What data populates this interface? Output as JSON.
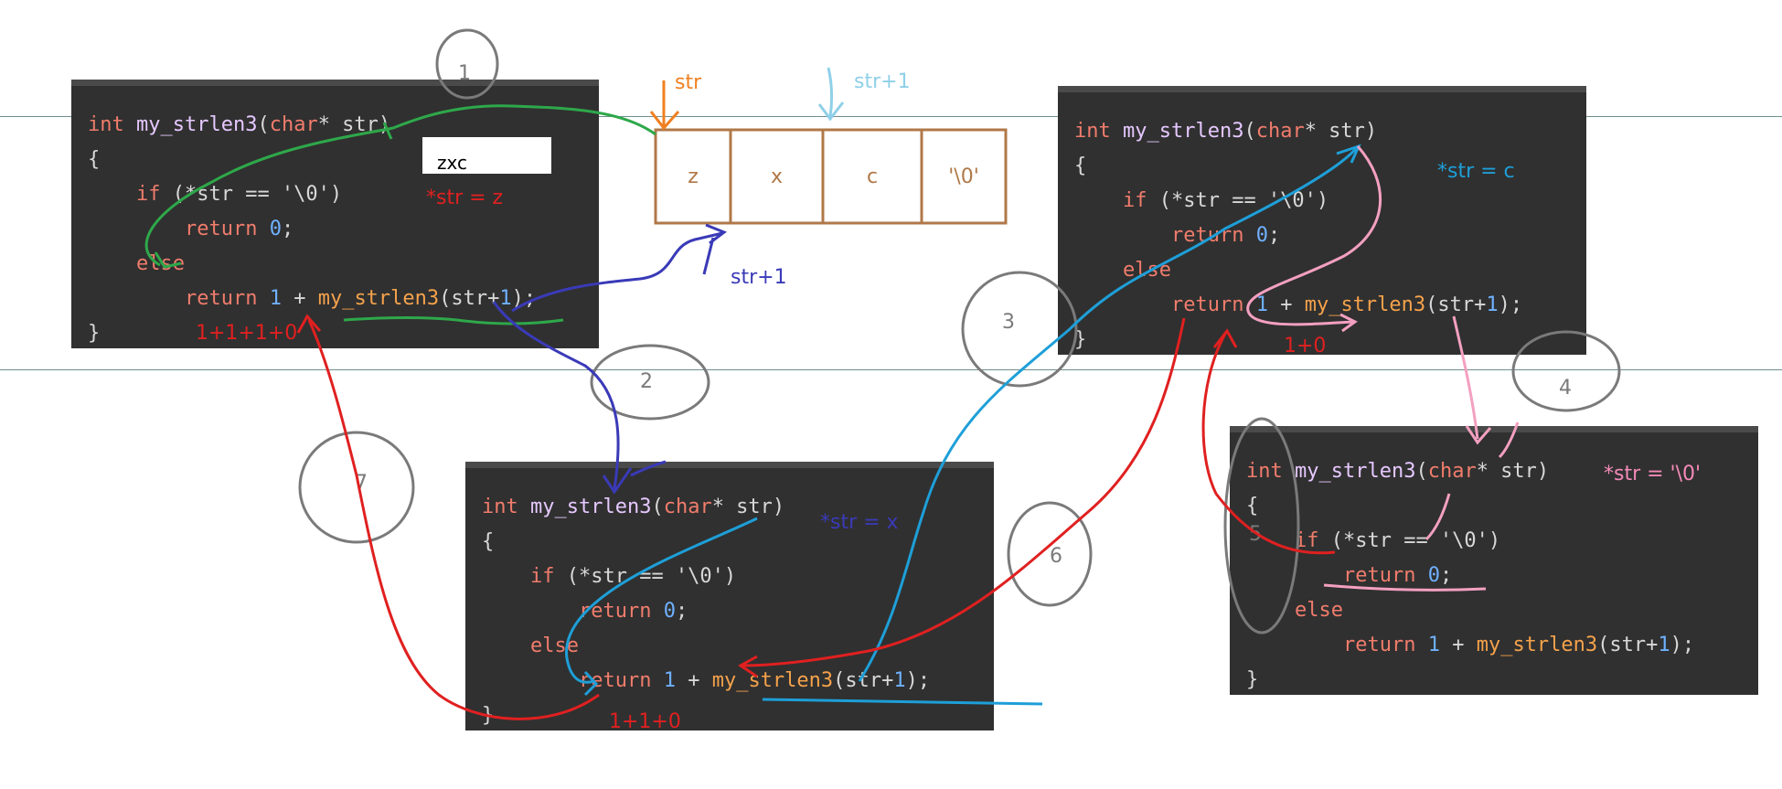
{
  "frames": [
    {
      "lines": [
        [
          "int ",
          "my_strlen3",
          "(",
          "char",
          "* str)"
        ],
        [
          "{"
        ],
        [
          "    ",
          "if",
          " (*str == '\\0')"
        ],
        [
          "        ",
          "return",
          " ",
          "0",
          ";"
        ],
        [
          "    ",
          "else"
        ],
        [
          "        ",
          "return",
          " ",
          "1",
          " + ",
          "my_strlen3",
          "(str+",
          "1",
          ");"
        ],
        [
          "}"
        ]
      ]
    }
  ],
  "code": {
    "kw_int": "int",
    "kw_char": "char",
    "kw_if": "if",
    "kw_else": "else",
    "kw_return": "return",
    "fn_name": "my_strlen3",
    "sig_tail": "* str)",
    "open_paren": "(",
    "brace_open": "{",
    "brace_close": "}",
    "cond": " (*str == '\\0')",
    "zero": "0",
    "one": "1",
    "plus": " + ",
    "call_arg": "(str+",
    "call_end": ");",
    "semicolon": ";"
  },
  "annotations": {
    "str_label": "str",
    "str_plus1_top": "str+1",
    "str_plus1_bottom": "str+1",
    "zxc": "zxc",
    "star_str_z": "*str = z",
    "star_str_c": "*str = c",
    "star_str_x": "*str = x",
    "star_str_nul": "*str = '\\0'",
    "sum_frame1": "1+1+1+0",
    "sum_frame2": "1+1+0",
    "sum_frame3": "1+0"
  },
  "array_cells": [
    "z",
    "x",
    "c",
    "'\\0'"
  ],
  "step_numbers": [
    "1",
    "2",
    "3",
    "4",
    "5",
    "6",
    "7"
  ],
  "colors": {
    "code_bg": "#303030",
    "keyword": "#f07c6c",
    "function": "#e6c8ff",
    "function_call": "#f5a24b",
    "number": "#6fb1ff",
    "array_border": "#b07848",
    "arrow_green": "#2ea84a",
    "arrow_blue": "#3a3ab8",
    "arrow_cyan": "#1e9fd8",
    "arrow_red": "#e02020",
    "arrow_pink": "#f4a0c0",
    "arrow_orange": "#f08020",
    "circle_gray": "#7a7a7a"
  }
}
